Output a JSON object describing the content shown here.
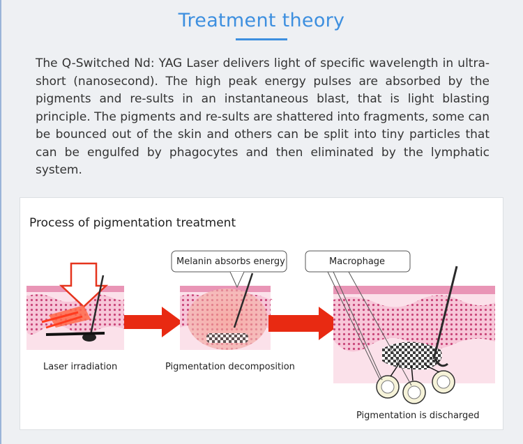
{
  "header": {
    "title": "Treatment theory"
  },
  "intro": {
    "paragraph": "The Q-Switched Nd: YAG Laser delivers light of specific wavelength in ultra-short (nanosecond). The high peak energy pulses are absorbed by the pigments and re-sults in an instantaneous blast, that is light blasting principle. The pigments and re-sults are shattered into fragments, some can be bounced out of the skin and others can be split into tiny particles that can be engulfed by phagocytes and then eliminated by the lymphatic system."
  },
  "figure": {
    "title": "Process of pigmentation treatment",
    "callouts": {
      "melanin": "Melanin absorbs energy",
      "macrophage": "Macrophage"
    },
    "steps": [
      {
        "caption": "Laser irradiation"
      },
      {
        "caption": "Pigmentation decomposition"
      },
      {
        "caption": "Pigmentation is discharged"
      }
    ],
    "colors": {
      "arrow": "#e82a12",
      "skin_top": "#f2aac4",
      "skin_dots": "#c9467a",
      "skin_base": "#fbe1ea"
    }
  }
}
